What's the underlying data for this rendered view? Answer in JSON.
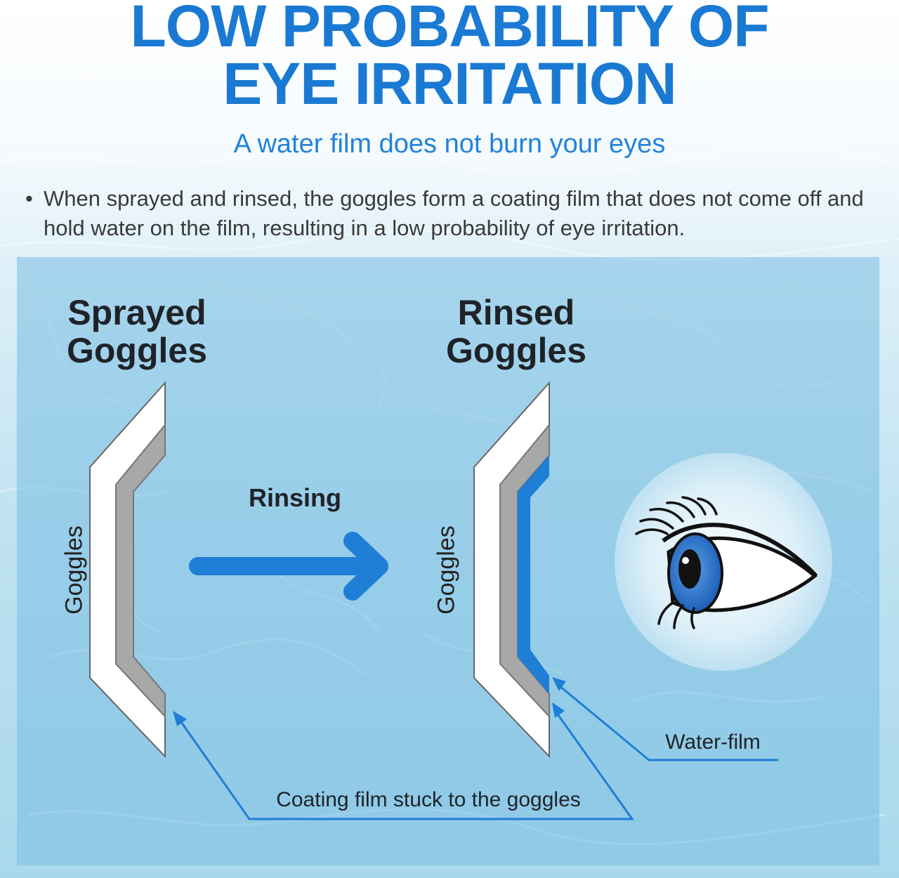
{
  "header": {
    "title_line1": "LOW PROBABILITY OF",
    "title_line2": "EYE IRRITATION",
    "subtitle": "A water film does not burn your eyes"
  },
  "description": {
    "bullet": "•",
    "text": "When sprayed and rinsed, the goggles form a coating film that does not come off and hold water on the film, resulting in a low probability of eye irritation."
  },
  "diagram": {
    "left_heading_line1": "Sprayed",
    "left_heading_line2": "Goggles",
    "right_heading_line1": "Rinsed",
    "right_heading_line2": "Goggles",
    "left_lens_label": "Goggles",
    "right_lens_label": "Goggles",
    "arrow_label": "Rinsing",
    "water_film_label": "Water-film",
    "coating_label": "Coating film stuck to the goggles"
  },
  "colors": {
    "title": "#1a7ad3",
    "water_film": "#1f7ed6",
    "coating": "#a8a8a8",
    "lens": "#ffffff",
    "panel": "#78bee2"
  },
  "icons": [
    "rinsing-arrow-icon",
    "eye-icon"
  ]
}
